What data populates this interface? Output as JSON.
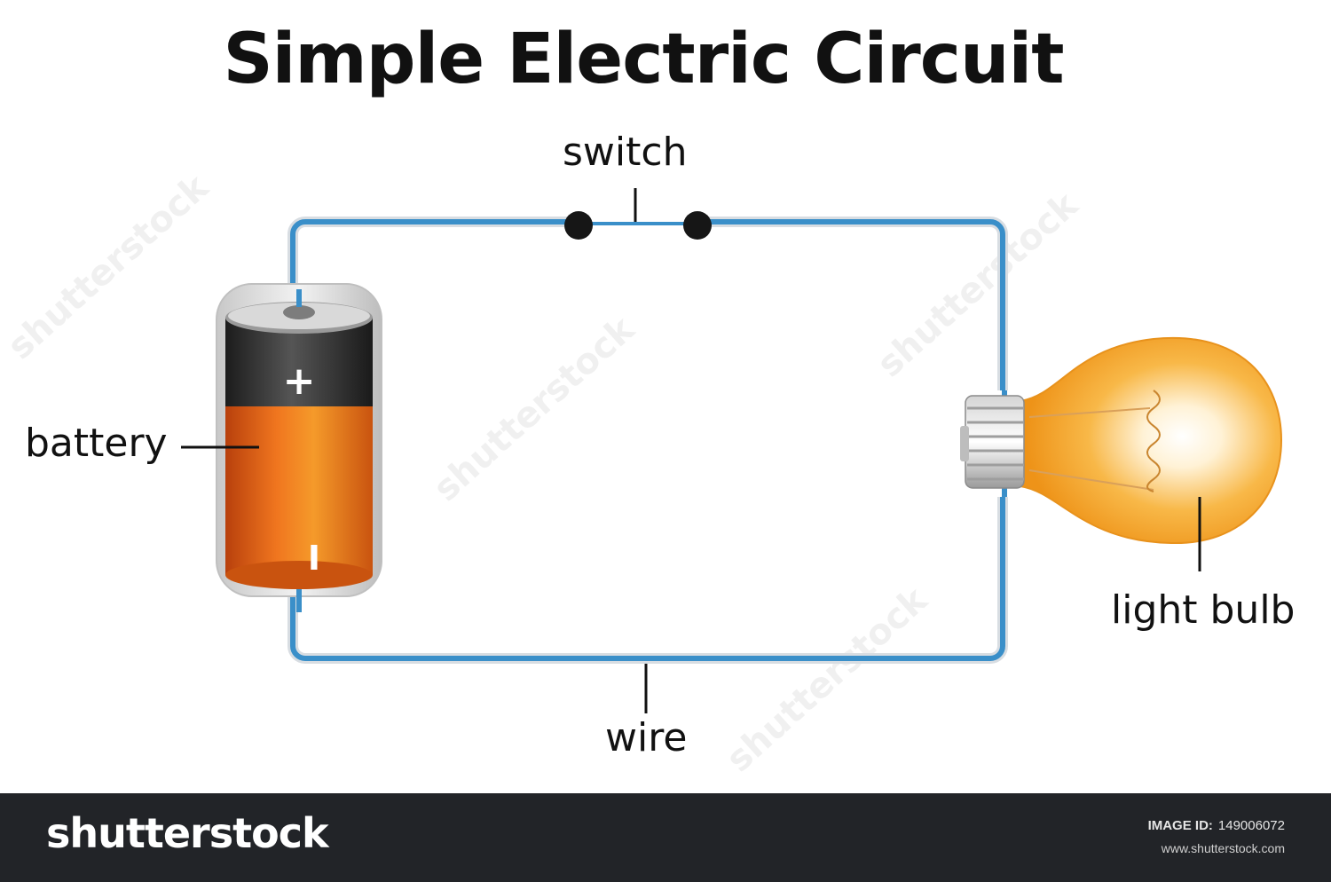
{
  "diagram": {
    "title": "Simple Electric Circuit",
    "labels": {
      "switch": "switch",
      "battery": "battery",
      "light_bulb": "light bulb",
      "wire": "wire"
    },
    "battery_symbols": {
      "positive": "+",
      "negative": "I"
    }
  },
  "watermark": {
    "text": "shutterstock"
  },
  "footer": {
    "brand": "shutterstock",
    "image_id_label": "IMAGE ID:",
    "image_id": "149006072",
    "url": "www.shutterstock.com"
  },
  "colors": {
    "wire": "#3a8fc9",
    "battery_top": "#2b2b2b",
    "battery_body": "#e8651c",
    "bulb_glass": "#f6a630",
    "footer_bg": "#222428"
  }
}
